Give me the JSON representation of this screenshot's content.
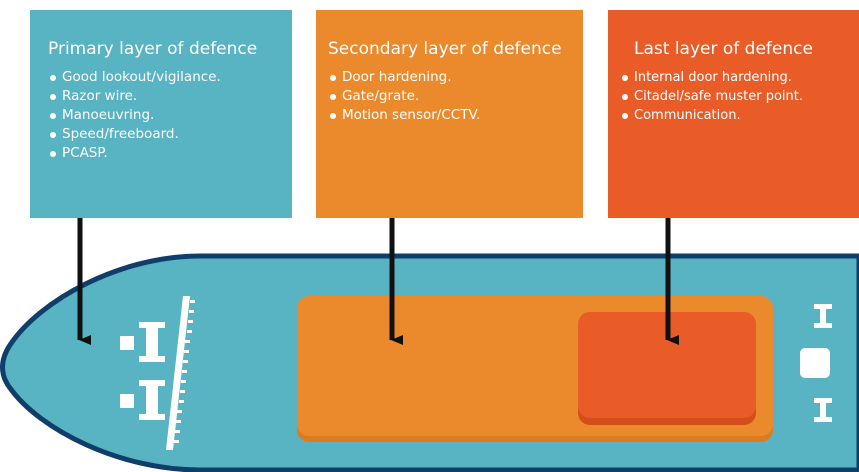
{
  "colors": {
    "primary": "#58b3c2",
    "secondary": "#ea8a2c",
    "last": "#e95c28",
    "hull": "#58b3c2",
    "hull_outline": "#0f3e6a",
    "arrow": "#111111"
  },
  "primary": {
    "title": "Primary layer of defence",
    "items": [
      "Good lookout/vigilance.",
      "Razor wire.",
      "Manoeuvring.",
      "Speed/freeboard.",
      "PCASP."
    ]
  },
  "secondary": {
    "title": "Secondary layer of defence",
    "items": [
      "Door hardening.",
      "Gate/grate.",
      "Motion sensor/CCTV."
    ]
  },
  "last": {
    "title": "Last layer of defence",
    "items": [
      "Internal door hardening.",
      "Citadel/safe muster point.",
      "Communication."
    ]
  }
}
